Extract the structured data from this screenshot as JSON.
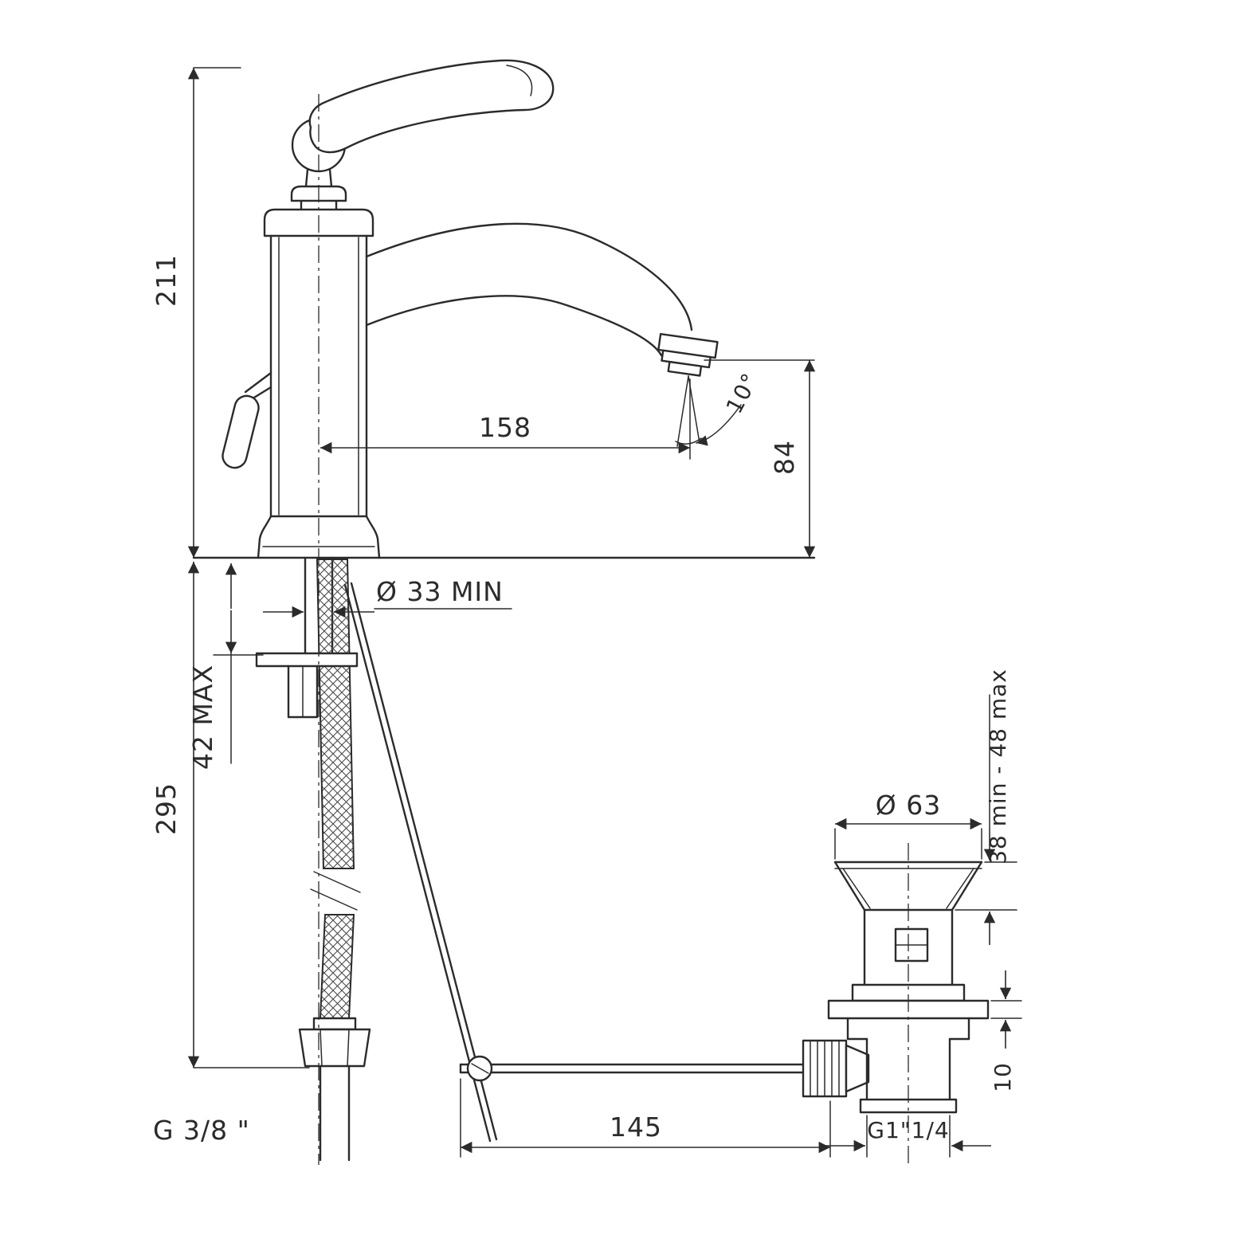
{
  "colors": {
    "line": "#2b2b2b",
    "background": "#ffffff"
  },
  "drawing": {
    "type": "technical-dimension-drawing",
    "subject": "Single-lever basin mixer tap with flexible hose and pop-up waste drain",
    "labels": {
      "total_height": "211",
      "hose_length": "295",
      "deck_thickness_max": "42 MAX",
      "hole_diameter_min": "Ø 33 MIN",
      "spout_reach": "158",
      "spout_height": "84",
      "flow_angle": "10°",
      "inlet_thread": "G  3/8 \"",
      "rod_length": "145",
      "waste_flange_diameter": "Ø 63",
      "waste_clamp_range": "38  min  -  48  max",
      "waste_collar_height": "10",
      "waste_thread": "G1\"1/4"
    }
  }
}
